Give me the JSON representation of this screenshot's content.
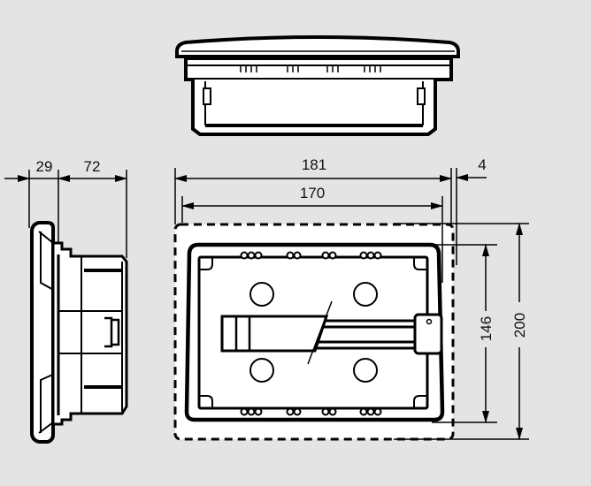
{
  "drawing": {
    "views": [
      "top-view",
      "side-view",
      "front-view"
    ],
    "dimensions": {
      "side_front_depth": "29",
      "side_body_depth": "72",
      "overall_width": "181",
      "inner_width": "170",
      "edge_offset": "4",
      "inner_height": "146",
      "overall_height": "200"
    },
    "units": "mm"
  }
}
